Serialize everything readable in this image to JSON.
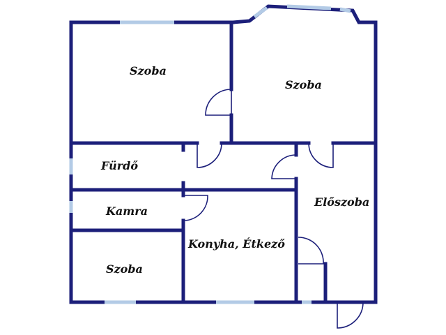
{
  "floor_plan": {
    "rooms": [
      {
        "key": "room-top-left",
        "label": "Szoba"
      },
      {
        "key": "room-top-right",
        "label": "Szoba"
      },
      {
        "key": "bathroom",
        "label": "Fürdő"
      },
      {
        "key": "pantry",
        "label": "Kamra"
      },
      {
        "key": "room-bottom-left",
        "label": "Szoba"
      },
      {
        "key": "kitchen-dining",
        "label": "Konyha, Étkező"
      },
      {
        "key": "hallway",
        "label": "Előszoba"
      }
    ],
    "colors": {
      "wall": "#1c1f7a",
      "window": "#b3cbe6",
      "background": "#ffffff"
    }
  }
}
